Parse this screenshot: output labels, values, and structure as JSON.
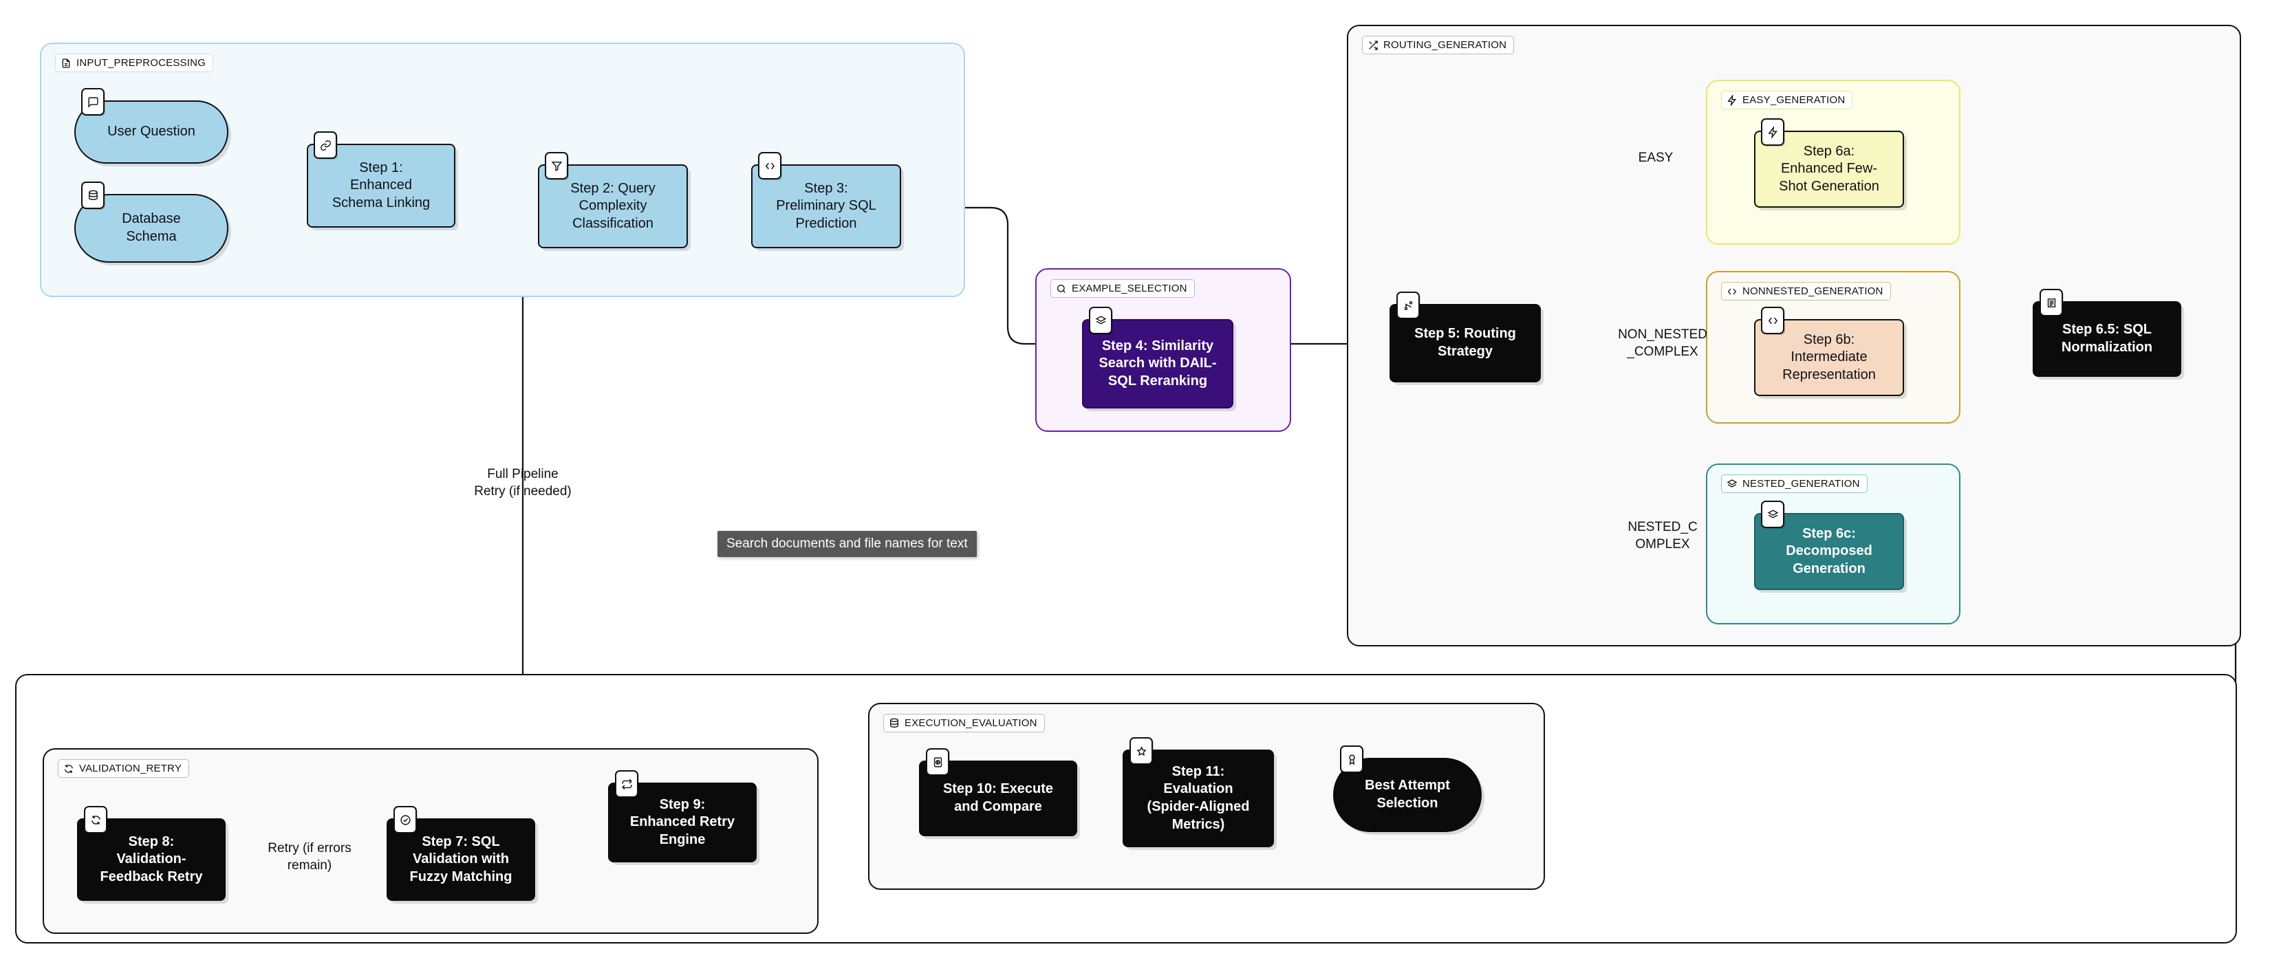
{
  "diagram": {
    "title": "Text-to-SQL Pipeline Flowchart",
    "colors": {
      "blue_node": "#a6d5ea",
      "dark_node": "#0b0b0b",
      "purple_node": "#3b0f7a",
      "yellow_node": "#f7f7c2",
      "tan_node": "#f5d9c3",
      "teal_node": "#2b7e82",
      "purple_edge": "#9b30a8",
      "edge": "#111111",
      "tooltip_bg": "#575757"
    }
  },
  "groups": {
    "input_preprocessing": {
      "label": "INPUT_PREPROCESSING",
      "icon": "document-icon"
    },
    "example_selection": {
      "label": "EXAMPLE_SELECTION",
      "icon": "search-icon"
    },
    "routing_generation": {
      "label": "ROUTING_GENERATION",
      "icon": "shuffle-icon"
    },
    "easy_generation": {
      "label": "EASY_GENERATION",
      "icon": "bolt-icon"
    },
    "nonnested_generation": {
      "label": "NONNESTED_GENERATION",
      "icon": "code-icon"
    },
    "nested_generation": {
      "label": "NESTED_GENERATION",
      "icon": "layers-icon"
    },
    "validation_retry": {
      "label": "VALIDATION_RETRY",
      "icon": "refresh-icon"
    },
    "execution_evaluation": {
      "label": "EXECUTION_EVALUATION",
      "icon": "database-icon"
    }
  },
  "nodes": {
    "user_question": {
      "label": "User Question",
      "icon": "message-icon",
      "shape": "pill",
      "style": "blue"
    },
    "database_schema": {
      "label": "Database\nSchema",
      "icon": "database-icon",
      "shape": "pill",
      "style": "blue"
    },
    "step1": {
      "label": "Step 1:\nEnhanced\nSchema Linking",
      "icon": "link-icon",
      "shape": "rect",
      "style": "blue"
    },
    "step2": {
      "label": "Step 2: Query\nComplexity\nClassification",
      "icon": "filter-icon",
      "shape": "rect",
      "style": "blue"
    },
    "step3": {
      "label": "Step 3:\nPreliminary SQL\nPrediction",
      "icon": "code-icon",
      "shape": "rect",
      "style": "blue"
    },
    "step4": {
      "label": "Step 4: Similarity\nSearch with DAIL-\nSQL Reranking",
      "icon": "layers-icon",
      "shape": "rect",
      "style": "purple"
    },
    "step5": {
      "label": "Step 5: Routing\nStrategy",
      "icon": "branch-icon",
      "shape": "rect",
      "style": "dark"
    },
    "step6a": {
      "label": "Step 6a:\nEnhanced Few-\nShot Generation",
      "icon": "bolt-icon",
      "shape": "rect",
      "style": "yellow"
    },
    "step6b": {
      "label": "Step 6b:\nIntermediate\nRepresentation",
      "icon": "code-icon",
      "shape": "rect",
      "style": "tan"
    },
    "step6c": {
      "label": "Step 6c:\nDecomposed\nGeneration",
      "icon": "layers-icon",
      "shape": "rect",
      "style": "teal"
    },
    "step65": {
      "label": "Step 6.5: SQL\nNormalization",
      "icon": "lines-icon",
      "shape": "rect",
      "style": "dark"
    },
    "step7": {
      "label": "Step 7: SQL\nValidation with\nFuzzy Matching",
      "icon": "check-circle-icon",
      "shape": "rect",
      "style": "dark"
    },
    "step8": {
      "label": "Step 8:\nValidation-\nFeedback Retry",
      "icon": "refresh-icon",
      "shape": "rect",
      "style": "dark"
    },
    "step9": {
      "label": "Step 9:\nEnhanced Retry\nEngine",
      "icon": "repeat-icon",
      "shape": "rect",
      "style": "dark"
    },
    "step10": {
      "label": "Step 10: Execute\nand Compare",
      "icon": "play-circle-icon",
      "shape": "rect",
      "style": "dark"
    },
    "step11": {
      "label": "Step 11:\nEvaluation\n(Spider-Aligned\nMetrics)",
      "icon": "star-icon",
      "shape": "rect",
      "style": "dark"
    },
    "best_attempt": {
      "label": "Best Attempt\nSelection",
      "icon": "award-icon",
      "shape": "pill",
      "style": "dark"
    }
  },
  "edge_labels": {
    "easy": "EASY",
    "non_nested_complex": "NON_NESTED\n_COMPLEX",
    "nested_complex": "NESTED_C\nOMPLEX",
    "full_pipeline_retry": "Full Pipeline\nRetry (if needed)",
    "retry_if_errors_remain": "Retry (if errors\nremain)"
  },
  "tooltip": {
    "text": "Search documents and file names for text"
  }
}
